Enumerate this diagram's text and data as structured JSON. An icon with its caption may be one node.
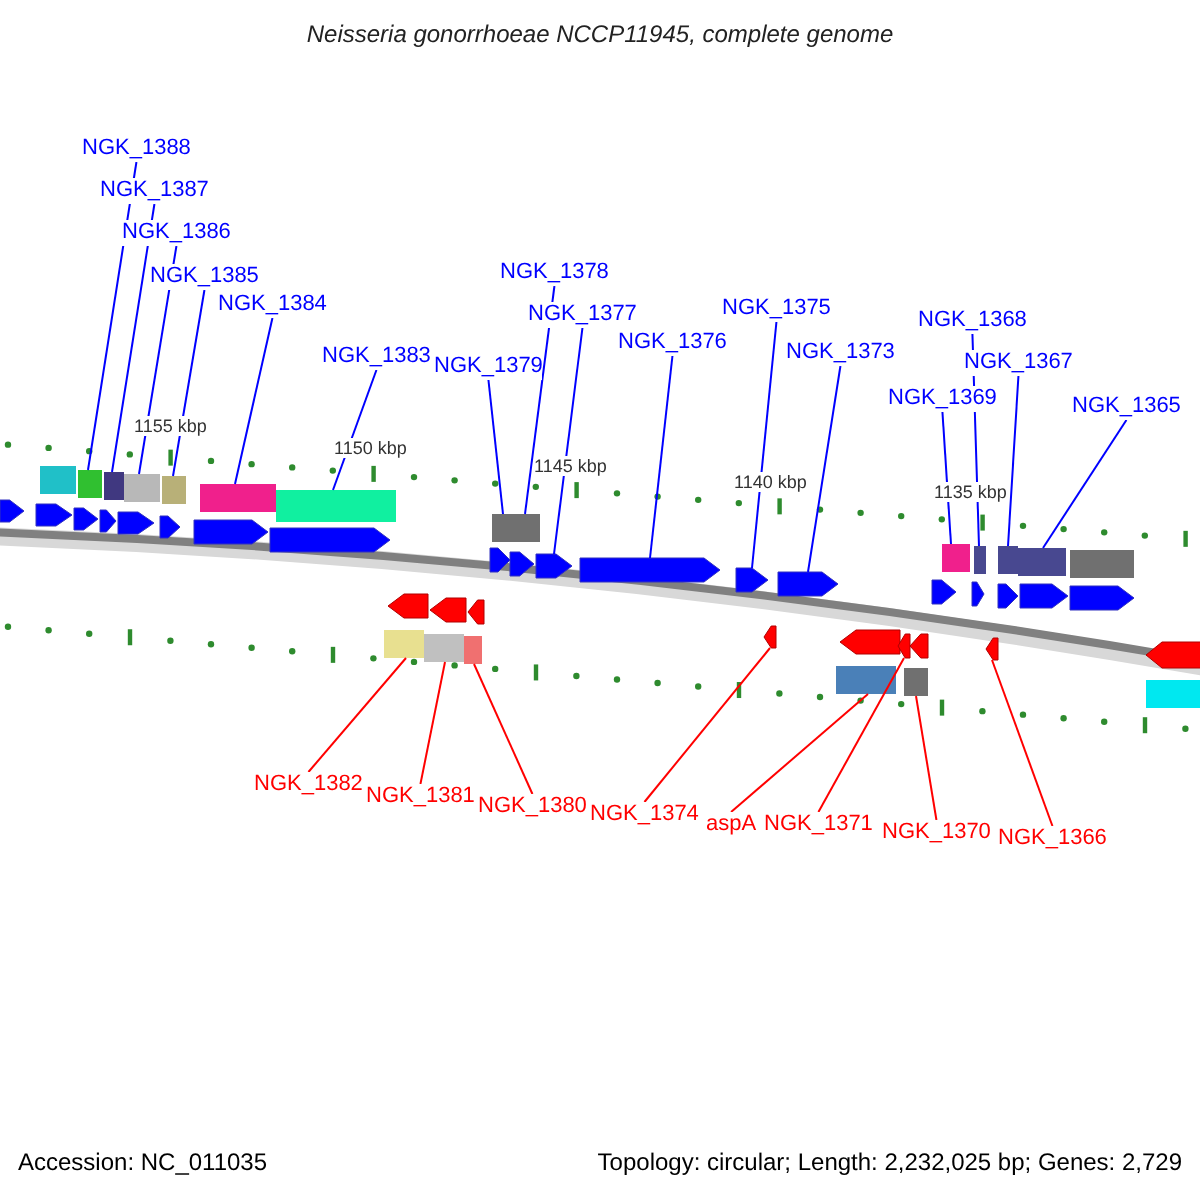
{
  "diagram": {
    "title": "Neisseria gonorrhoeae NCCP11945, complete genome",
    "nodes": [
      {
        "text": [
          "NGK_1388"
        ]
      },
      {
        "text": [
          "NGK_1387"
        ]
      },
      {
        "text": [
          "NGK_1386"
        ]
      },
      {
        "text": [
          "NGK_1385"
        ]
      },
      {
        "text": [
          "NGK_1384"
        ]
      },
      {
        "text": [
          "NGK_1383"
        ]
      },
      {
        "text": [
          "NGK_1379"
        ]
      },
      {
        "text": [
          "NGK_1378"
        ]
      },
      {
        "text": [
          "NGK_1377"
        ]
      },
      {
        "text": [
          "NGK_1376"
        ]
      },
      {
        "text": [
          "NGK_1375"
        ]
      },
      {
        "text": [
          "NGK_1373"
        ]
      },
      {
        "text": [
          "NGK_1369"
        ]
      },
      {
        "text": [
          "NGK_1368"
        ]
      },
      {
        "text": [
          "NGK_1367"
        ]
      },
      {
        "text": [
          "NGK_1365"
        ]
      },
      {
        "text": [
          "NGK_1382"
        ]
      },
      {
        "text": [
          "NGK_1381"
        ]
      },
      {
        "text": [
          "NGK_1380"
        ]
      },
      {
        "text": [
          "NGK_1374"
        ]
      },
      {
        "text": [
          "aspA"
        ]
      },
      {
        "text": [
          "NGK_1371"
        ]
      },
      {
        "text": [
          "NGK_1370"
        ]
      },
      {
        "text": [
          "NGK_1366"
        ]
      },
      {
        "text": [],
        "shape": "arrow"
      },
      {
        "text": [],
        "shape": "arrow"
      },
      {
        "text": [],
        "shape": "arrow"
      },
      {
        "text": [],
        "shape": "arrow"
      },
      {
        "text": [],
        "shape": "arrow"
      },
      {
        "text": [],
        "shape": "arrow"
      },
      {
        "text": [],
        "shape": "arrow"
      },
      {
        "text": [],
        "shape": "arrow"
      },
      {
        "text": [],
        "shape": "arrow"
      },
      {
        "text": [],
        "shape": "arrow"
      },
      {
        "text": [],
        "shape": "arrow"
      },
      {
        "text": [],
        "shape": "arrow"
      },
      {
        "text": [],
        "shape": "arrow"
      },
      {
        "text": [],
        "shape": "arrow"
      },
      {
        "text": [],
        "shape": "arrow"
      },
      {
        "text": [],
        "shape": "arrow"
      },
      {
        "text": [],
        "shape": "arrow"
      },
      {
        "text": [],
        "shape": "arrow"
      },
      {
        "text": [],
        "shape": "arrow"
      },
      {
        "text": [],
        "shape": "arrow"
      },
      {
        "text": [],
        "shape": "arrow"
      },
      {
        "text": [],
        "shape": "arrow"
      },
      {
        "text": [],
        "shape": "arrow"
      },
      {
        "text": [],
        "shape": "arrow"
      },
      {
        "text": [],
        "shape": "arrow"
      },
      {
        "text": [],
        "shape": "arrow"
      },
      {
        "text": [],
        "shape": "arrow"
      },
      {
        "text": [],
        "shape": "arrow"
      }
    ],
    "edges": [
      {
        "from": 0,
        "to": 24,
        "arrow": "none"
      },
      {
        "from": 1,
        "to": 25,
        "arrow": "none"
      },
      {
        "from": 2,
        "to": 26,
        "arrow": "none"
      },
      {
        "from": 3,
        "to": 27,
        "arrow": "none"
      },
      {
        "from": 4,
        "to": 28,
        "arrow": "none"
      },
      {
        "from": 5,
        "to": 29,
        "arrow": "none"
      },
      {
        "from": 6,
        "to": 30,
        "arrow": "none"
      },
      {
        "from": 7,
        "to": 31,
        "arrow": "none"
      },
      {
        "from": 8,
        "to": 32,
        "arrow": "none"
      },
      {
        "from": 9,
        "to": 33,
        "arrow": "none"
      },
      {
        "from": 10,
        "to": 34,
        "arrow": "none"
      },
      {
        "from": 11,
        "to": 35,
        "arrow": "none"
      },
      {
        "from": 12,
        "to": 36,
        "arrow": "none"
      },
      {
        "from": 13,
        "to": 37,
        "arrow": "none"
      },
      {
        "from": 14,
        "to": 38,
        "arrow": "none"
      },
      {
        "from": 15,
        "to": 39,
        "arrow": "none"
      },
      {
        "from": 16,
        "to": 40,
        "arrow": "none",
        "color": "#ff0000"
      },
      {
        "from": 17,
        "to": 41,
        "arrow": "none",
        "color": "#ff0000"
      },
      {
        "from": 18,
        "to": 42,
        "arrow": "none",
        "color": "#ff0000"
      },
      {
        "from": 19,
        "to": 43,
        "arrow": "none",
        "color": "#ff0000"
      },
      {
        "from": 20,
        "to": 44,
        "arrow": "none",
        "color": "#ff0000"
      },
      {
        "from": 21,
        "to": 45,
        "arrow": "none",
        "color": "#ff0000"
      },
      {
        "from": 22,
        "to": 46,
        "arrow": "none",
        "color": "#ff0000"
      },
      {
        "from": 23,
        "to": 47,
        "arrow": "none",
        "color": "#ff0000"
      }
    ],
    "labels": [
      "1155 kbp",
      "1150 kbp",
      "1145 kbp",
      "1140 kbp",
      "1135 kbp",
      "Accession: NC_011035",
      "Topology: circular; Length: 2,232,025 bp; Genes: 2,729"
    ]
  }
}
